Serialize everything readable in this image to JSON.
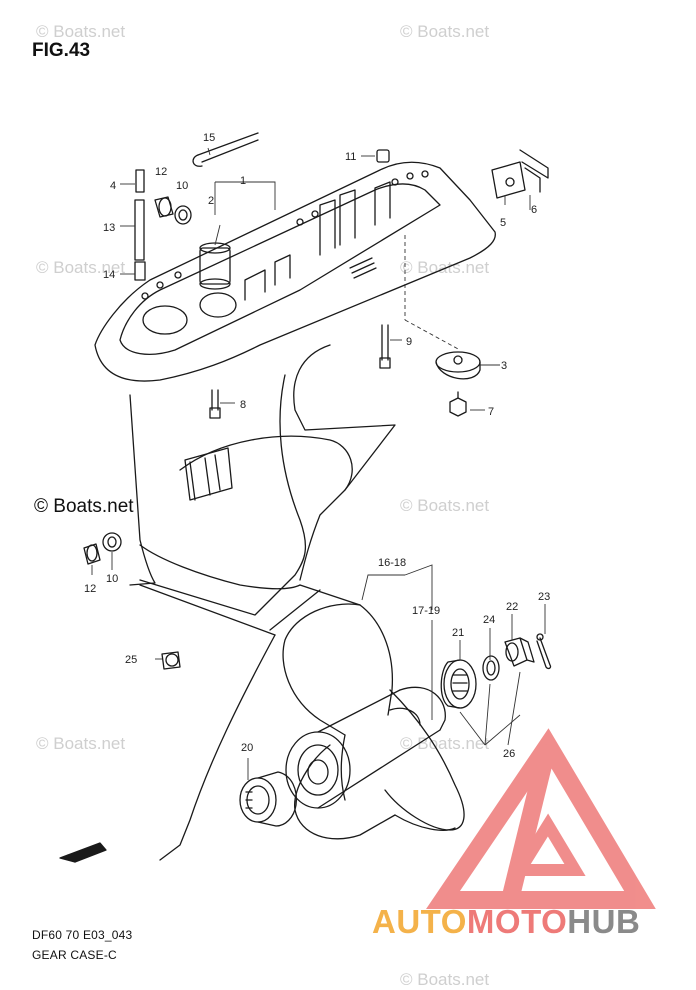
{
  "figure_title": "FIG.43",
  "watermark": "© Boats.net",
  "diagram_code": "DF60 70 E03_043",
  "diagram_title": "GEAR CASE-C",
  "callouts": {
    "c1": "1",
    "c2": "2",
    "c3": "3",
    "c4": "4",
    "c5": "5",
    "c6": "6",
    "c7": "7",
    "c8": "8",
    "c9": "9",
    "c10a": "10",
    "c10b": "10",
    "c11": "11",
    "c12a": "12",
    "c12b": "12",
    "c13": "13",
    "c14": "14",
    "c15": "15",
    "c16_18": "16-18",
    "c17_19": "17-19",
    "c20": "20",
    "c21": "21",
    "c22": "22",
    "c23": "23",
    "c24": "24",
    "c25": "25",
    "c26": "26"
  },
  "logo": {
    "part1": "AUTO",
    "part2": "MOTO",
    "part3": "HUB",
    "colors": {
      "auto": "#f4b24a",
      "moto": "#ee7a78",
      "hub": "#8a8a8a"
    }
  }
}
